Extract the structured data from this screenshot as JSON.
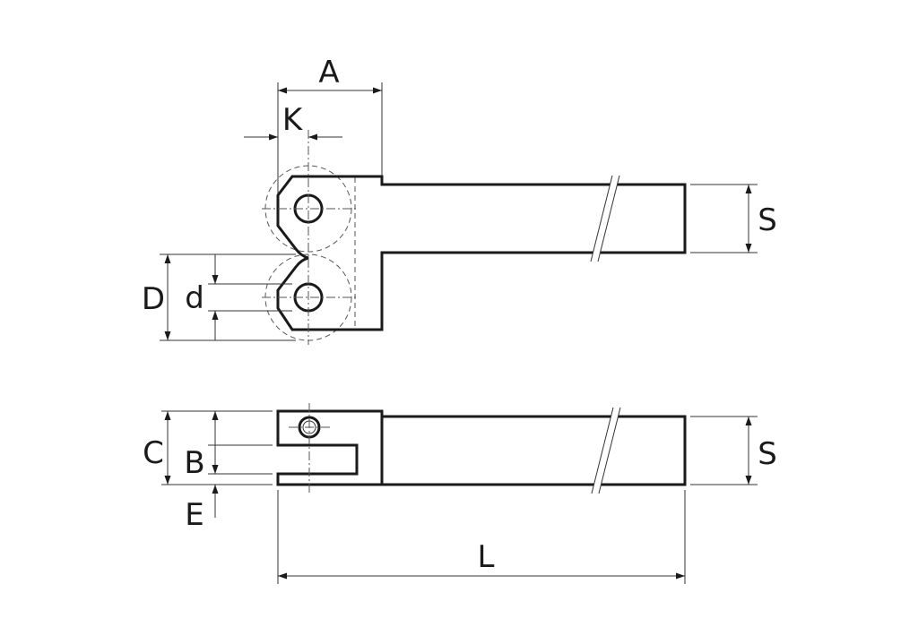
{
  "labels": {
    "A": "A",
    "K": "K",
    "S_top": "S",
    "D": "D",
    "d": "d",
    "C": "C",
    "B": "B",
    "E": "E",
    "S_bottom": "S",
    "L": "L"
  },
  "colors": {
    "line": "#1a1a1a",
    "background": "#ffffff"
  }
}
